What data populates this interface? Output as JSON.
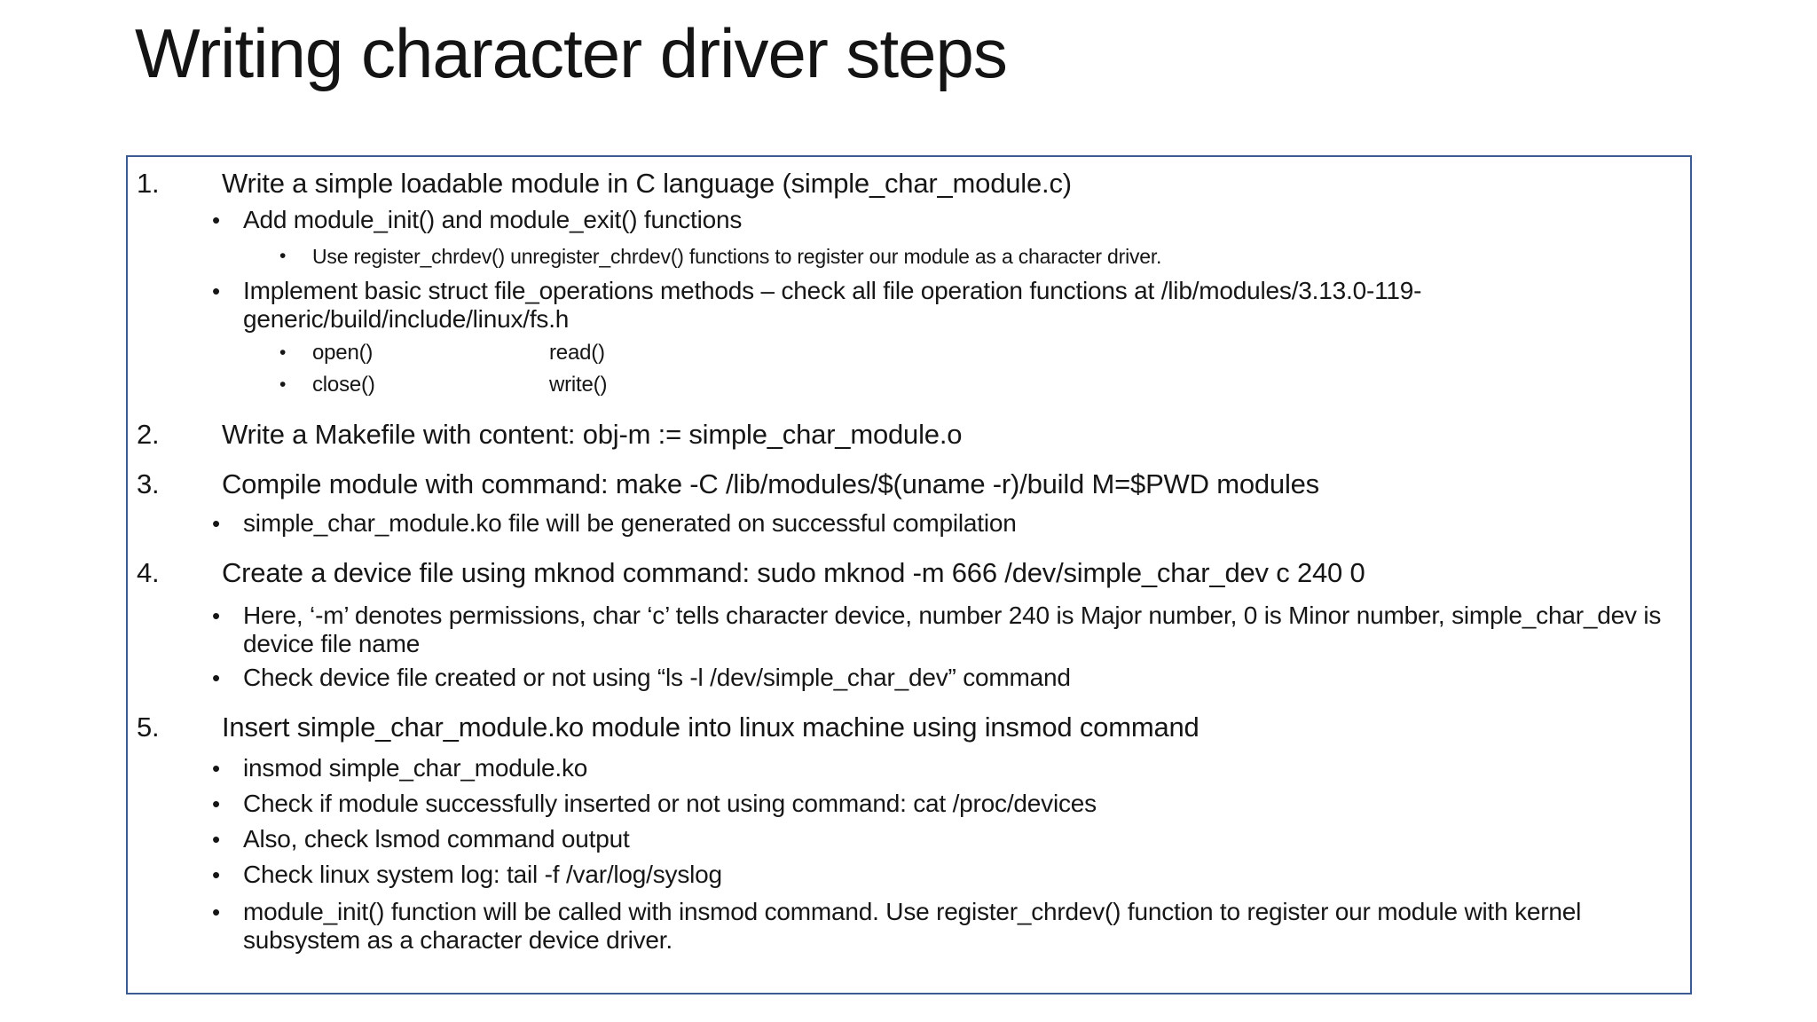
{
  "title": "Writing character driver steps",
  "bullet_char": "•",
  "colors": {
    "box_border": "#3b5b92",
    "text": "#161616",
    "background": "#ffffff"
  },
  "rows": [
    {
      "number": "1.",
      "text": "Write a simple loadable module in C language (simple_char_module.c)"
    },
    {
      "text": "Add module_init() and module_exit() functions"
    },
    {
      "text": "Use register_chrdev() unregister_chrdev() functions to register our module as a character driver."
    },
    {
      "text": "Implement basic struct file_operations methods – check all file operation functions at /lib/modules/3.13.0-119-generic/build/include/linux/fs.h"
    },
    {
      "col1": "open()",
      "col2": "read()"
    },
    {
      "col1": "close()",
      "col2": "write()"
    },
    {
      "number": "2.",
      "text": "Write a Makefile with content: obj-m := simple_char_module.o"
    },
    {
      "number": "3.",
      "text": "Compile module with command: make -C /lib/modules/$(uname -r)/build M=$PWD modules"
    },
    {
      "text": "simple_char_module.ko file will be generated on successful compilation"
    },
    {
      "number": "4.",
      "text": "Create a device file using mknod command: sudo mknod -m 666 /dev/simple_char_dev c 240 0"
    },
    {
      "text": "Here, ‘-m’ denotes permissions, char ‘c’ tells character device, number 240 is Major number, 0 is Minor number, simple_char_dev is device file name"
    },
    {
      "text": "Check device file created or not using “ls -l /dev/simple_char_dev” command"
    },
    {
      "number": "5.",
      "text": "Insert simple_char_module.ko module into linux machine using insmod command"
    },
    {
      "text": "insmod simple_char_module.ko"
    },
    {
      "text": "Check if module successfully inserted or not using command: cat /proc/devices"
    },
    {
      "text": "Also, check lsmod command output"
    },
    {
      "text": "Check linux system log: tail -f /var/log/syslog"
    },
    {
      "text": "module_init() function will be called with insmod command. Use register_chrdev() function to register our module with kernel subsystem as a character device driver."
    }
  ]
}
